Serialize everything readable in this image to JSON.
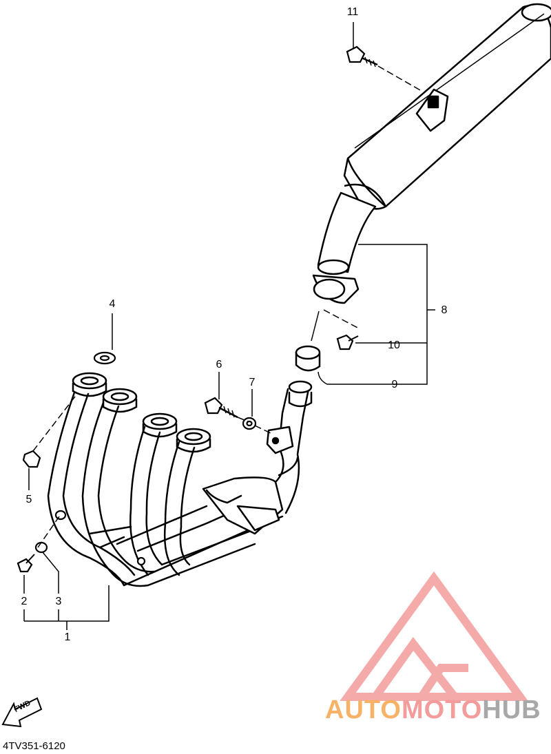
{
  "callouts": {
    "c1": "1",
    "c2": "2",
    "c3": "3",
    "c4": "4",
    "c5": "5",
    "c6": "6",
    "c7": "7",
    "c8": "8",
    "c9": "9",
    "c10": "10",
    "c11": "11"
  },
  "direction_label": "FWD",
  "diagram_code": "4TV351-6120",
  "watermark": {
    "part1": "AUTO",
    "part2": "MOTO",
    "part3": "HUB",
    "colors": {
      "auto": "#f7b267",
      "moto": "#f49c9c",
      "hub": "#a8a8a8",
      "logo": "#f49c9c"
    }
  }
}
